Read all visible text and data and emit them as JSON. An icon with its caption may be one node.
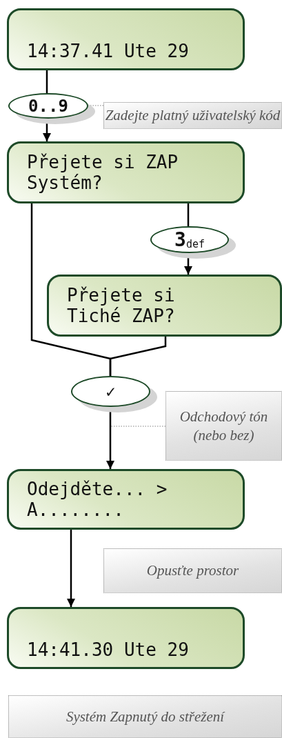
{
  "diagram": {
    "nodes": [
      {
        "text": [
          "14:37.41 Ute 29"
        ]
      },
      {
        "text": [
          "0..9"
        ]
      },
      {
        "text": [
          "Zadejte platný uživatelský kód"
        ]
      },
      {
        "text": [
          "Přejete si ZAP Systém?"
        ]
      },
      {
        "text": [
          "**3**$_{def}$"
        ]
      },
      {
        "text": [
          "Přejete si Tiché ZAP?"
        ]
      },
      {
        "text": [
          "✓"
        ]
      },
      {
        "text": [
          "Odchodový tón (nebo bez)"
        ]
      },
      {
        "text": [
          "Odejděte... > A........"
        ]
      },
      {
        "text": [
          "Opusťte prostor"
        ]
      },
      {
        "text": [
          "14:41.30 Ute 29"
        ]
      },
      {
        "text": [
          "Systém Zapnutý do střežení"
        ]
      }
    ],
    "edges": [
      {
        "from": 0,
        "to": 1,
        "arrow": "none"
      },
      {
        "from": 1,
        "to": 3,
        "arrow": "to"
      },
      {
        "from": 2,
        "to": 1,
        "arrow": "none",
        "style": "dashed",
        "color": "#808080"
      },
      {
        "from": 3,
        "to": 4,
        "arrow": "none"
      },
      {
        "from": 4,
        "to": 5,
        "arrow": "to"
      },
      {
        "from": 3,
        "to": 6,
        "arrow": "none"
      },
      {
        "from": 5,
        "to": 6,
        "arrow": "none"
      },
      {
        "from": 7,
        "to": null,
        "arrow": "none",
        "style": "dashed",
        "color": "#808080"
      },
      {
        "from": 6,
        "to": 8,
        "arrow": "to"
      },
      {
        "from": 8,
        "to": 10,
        "arrow": "to"
      }
    ]
  }
}
